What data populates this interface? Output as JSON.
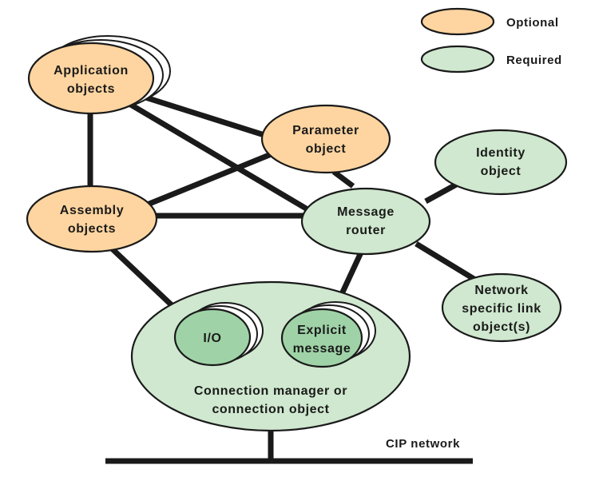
{
  "legend": {
    "optional": "Optional",
    "required": "Required",
    "optional_color": "#fed5a0",
    "required_color": "#cfe8cf"
  },
  "nodes": {
    "application_objects": {
      "line1": "Application",
      "line2": "objects",
      "kind": "optional"
    },
    "parameter_object": {
      "line1": "Parameter",
      "line2": "object",
      "kind": "optional"
    },
    "assembly_objects": {
      "line1": "Assembly",
      "line2": "objects",
      "kind": "optional"
    },
    "message_router": {
      "line1": "Message",
      "line2": "router",
      "kind": "required"
    },
    "identity_object": {
      "line1": "Identity",
      "line2": "object",
      "kind": "required"
    },
    "network_link_object": {
      "line1": "Network",
      "line2": "specific link",
      "line3": "object(s)",
      "kind": "required"
    },
    "connection_manager": {
      "line1": "Connection manager or",
      "line2": "connection object",
      "kind": "required"
    },
    "io": {
      "line1": "I/O",
      "kind": "required"
    },
    "explicit_message": {
      "line1": "Explicit",
      "line2": "message",
      "kind": "required"
    }
  },
  "network": {
    "label": "CIP network"
  }
}
